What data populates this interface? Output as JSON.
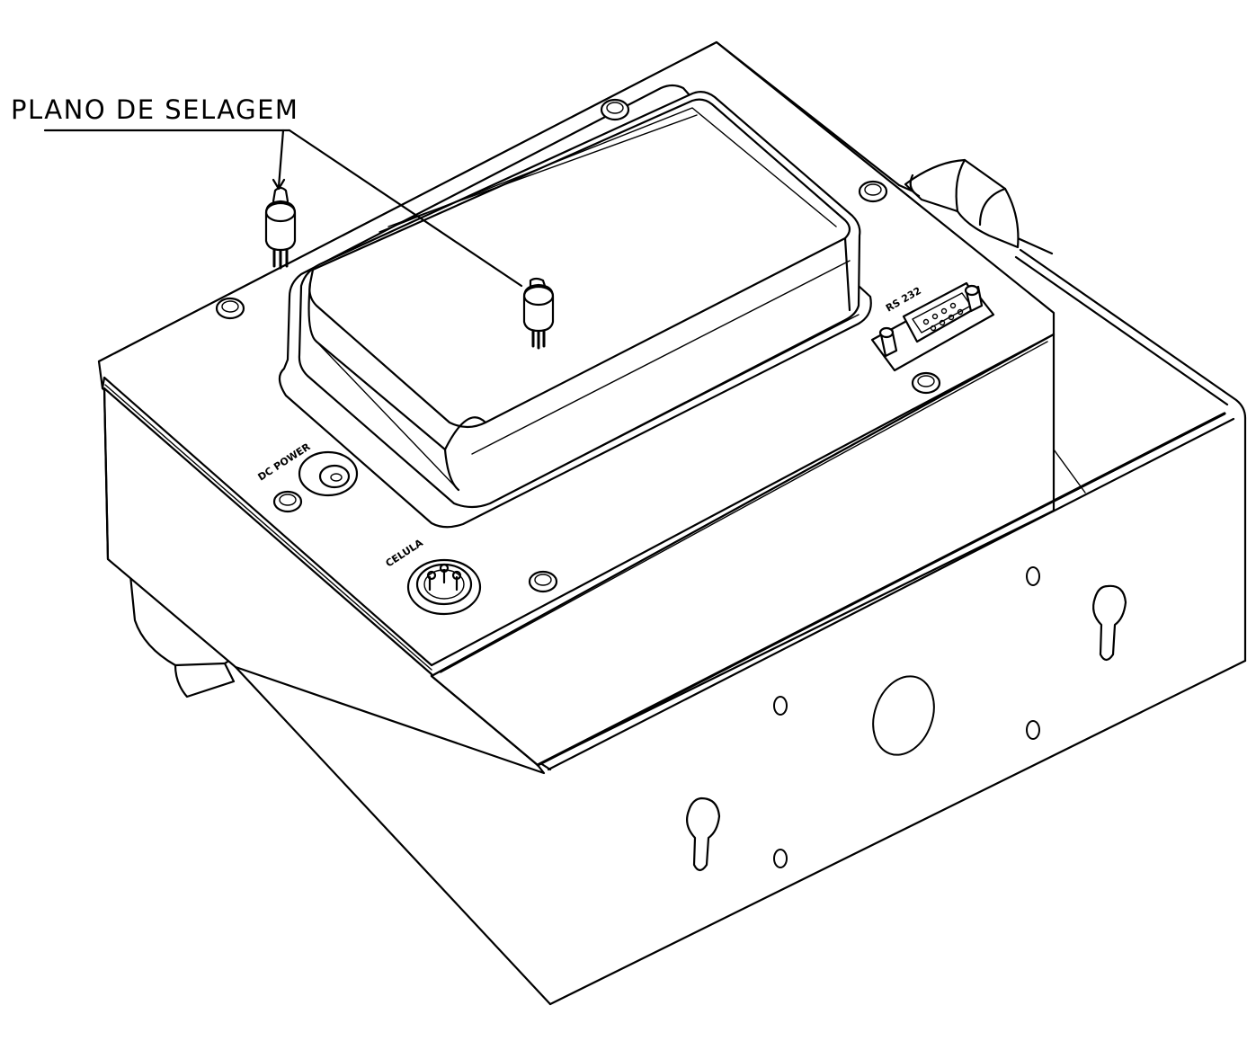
{
  "callout": {
    "label": "PLANO DE SELAGEM"
  },
  "panel_labels": {
    "power": "DC POWER",
    "load_cell": "CELULA",
    "serial": "RS 232"
  },
  "colors": {
    "line": "#000000",
    "background": "#ffffff"
  }
}
